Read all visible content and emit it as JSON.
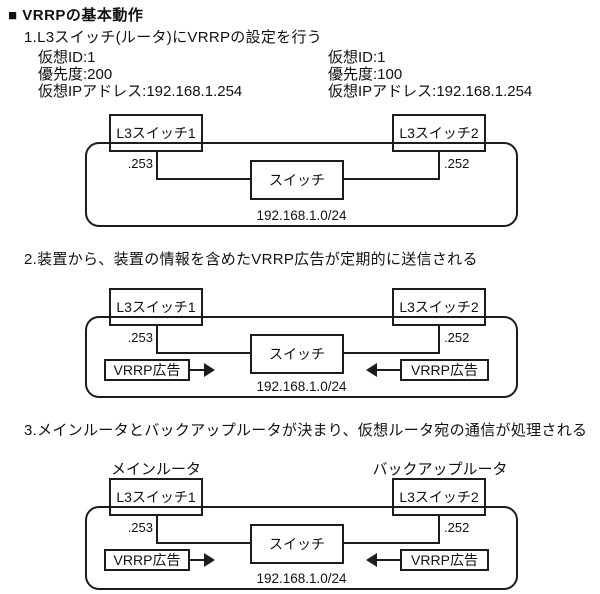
{
  "title": "■ VRRPの基本動作",
  "steps": [
    {
      "heading": "1.L3スイッチ(ルータ)にVRRPの設定を行う"
    },
    {
      "heading": "2.装置から、装置の情報を含めたVRRP広告が定期的に送信される"
    },
    {
      "heading": "3.メインルータとバックアップルータが決まり、仮想ルータ宛の通信が処理される"
    }
  ],
  "vrrp_config": {
    "router1": {
      "virtual_id": "仮想ID:1",
      "priority": "優先度:200",
      "virtual_ip": "仮想IPアドレス:192.168.1.254"
    },
    "router2": {
      "virtual_id": "仮想ID:1",
      "priority": "優先度:100",
      "virtual_ip": "仮想IPアドレス:192.168.1.254"
    }
  },
  "diagram": {
    "router1": "L3スイッチ1",
    "router2": "L3スイッチ2",
    "switch": "スイッチ",
    "router1_address": ".253",
    "router2_address": ".252",
    "subnet": "192.168.1.0/24",
    "vrrp_advert": "VRRP広告",
    "main_router_role": "メインルータ",
    "backup_router_role": "バックアップルータ"
  },
  "colors": {
    "background": "#ffffff",
    "text": "#111111",
    "line": "#1c1c1c"
  }
}
